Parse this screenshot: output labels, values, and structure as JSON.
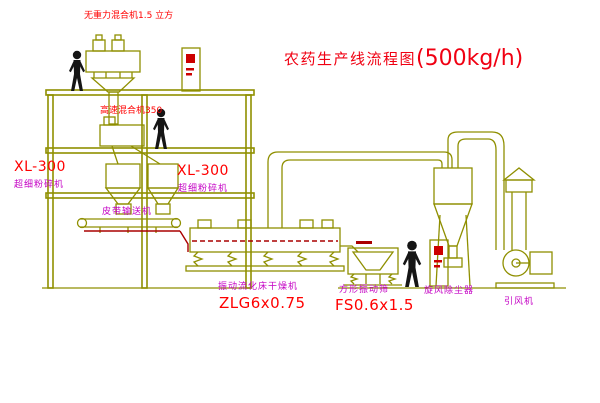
{
  "title": {
    "main": "农药生产线流程图",
    "capacity": "(500kg/h)"
  },
  "labels": {
    "gravity_mixer": "无重力混合机1.5 立方",
    "high_speed_mixer": "高速混合机350",
    "mill_left_model": "XL-300",
    "mill_left_name": "超细粉碎机",
    "mill_mid_model": "XL-300",
    "mill_mid_name": "超细粉碎机",
    "belt_conveyor": "皮带输送机",
    "dryer_name": "振动流化床干燥机",
    "dryer_model": "ZLG6x0.75",
    "sieve_name": "方形振动筛",
    "sieve_model": "FS0.6x1.5",
    "cyclone_name": "旋风除尘器",
    "fan_name": "引风机"
  },
  "colors": {
    "line": "#8f8f00",
    "label_magenta": "#c400c4",
    "label_red": "#ff0000",
    "title_red": "#f00012",
    "figure_black": "#151515",
    "cabinet_fill": "#ffffcc",
    "accent_dark_red": "#aa0000",
    "background": "#ffffff"
  }
}
